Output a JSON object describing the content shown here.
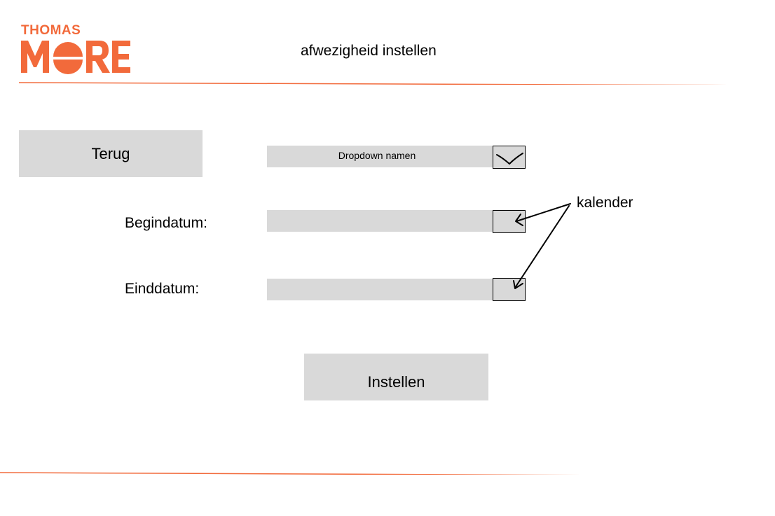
{
  "logo": {
    "line1": "THOMAS",
    "line2": "MORE",
    "color": "#f26a3b"
  },
  "header": {
    "title": "afwezigheid instellen"
  },
  "actions": {
    "back_label": "Terug",
    "submit_label": "Instellen"
  },
  "form": {
    "dropdown": {
      "value": "Dropdown namen",
      "icon": "chevron-down-icon"
    },
    "start_date": {
      "label": "Begindatum:",
      "value": "",
      "icon": "calendar-icon"
    },
    "end_date": {
      "label": "Einddatum:",
      "value": "",
      "icon": "calendar-icon"
    }
  },
  "annotation": {
    "text": "kalender"
  },
  "colors": {
    "accent": "#f26a3b",
    "control_fill": "#d9d9d9",
    "background": "#ffffff"
  }
}
